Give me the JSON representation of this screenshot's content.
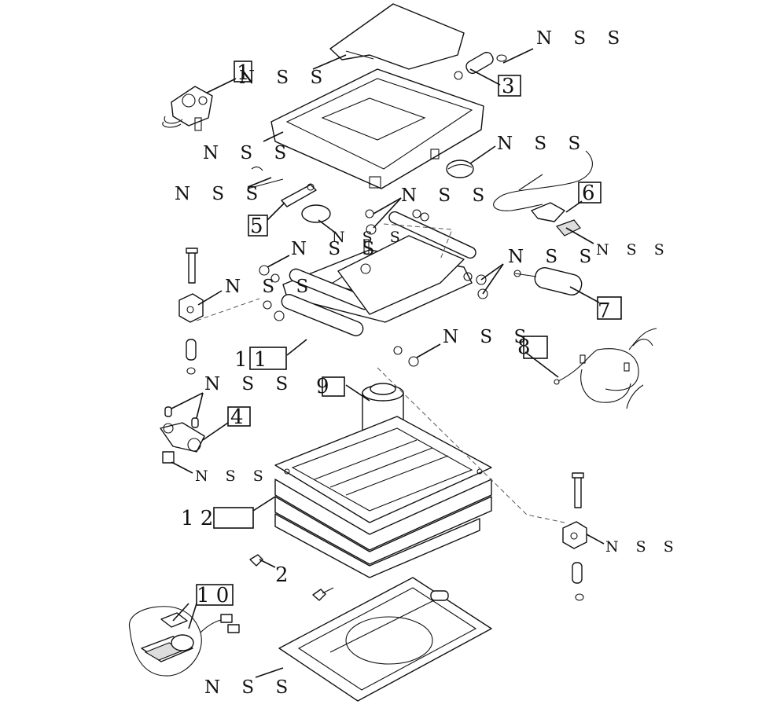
{
  "diagram": {
    "callouts": [
      {
        "id": "c1",
        "text": "1"
      },
      {
        "id": "c2",
        "text": "2"
      },
      {
        "id": "c3",
        "text": "3"
      },
      {
        "id": "c4",
        "text": "4"
      },
      {
        "id": "c5",
        "text": "5"
      },
      {
        "id": "c6",
        "text": "6"
      },
      {
        "id": "c7",
        "text": "7"
      },
      {
        "id": "c8",
        "text": "8"
      },
      {
        "id": "c9",
        "text": "9"
      },
      {
        "id": "c10",
        "text": "1 0"
      },
      {
        "id": "c11",
        "text": "1 1"
      },
      {
        "id": "c12",
        "text": "1 2"
      }
    ],
    "nss_label": "N S S"
  }
}
